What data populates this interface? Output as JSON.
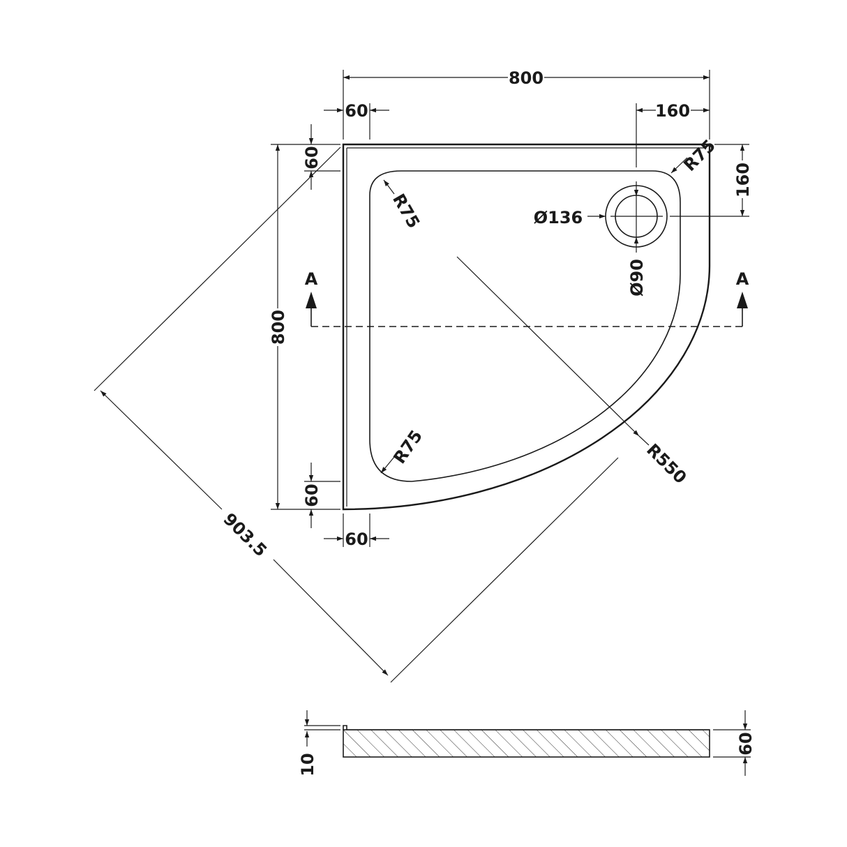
{
  "dimensions": {
    "overall_width": "800",
    "overall_depth": "800",
    "top_rim": "60",
    "left_rim": "60",
    "bottom_rim": "60",
    "bottom_rim_width": "60",
    "waste_offset_x": "160",
    "waste_offset_y": "160",
    "corner_radius_waste": "R75",
    "corner_radius_top_left": "R75",
    "corner_radius_bottom_left": "R75",
    "curve_radius": "R550",
    "diagonal": "903.5",
    "waste_outer_diameter": "Ø136",
    "waste_inner_diameter": "Ø90"
  },
  "section": {
    "marker_left": "A",
    "marker_right": "A",
    "height": "60",
    "step": "10"
  }
}
